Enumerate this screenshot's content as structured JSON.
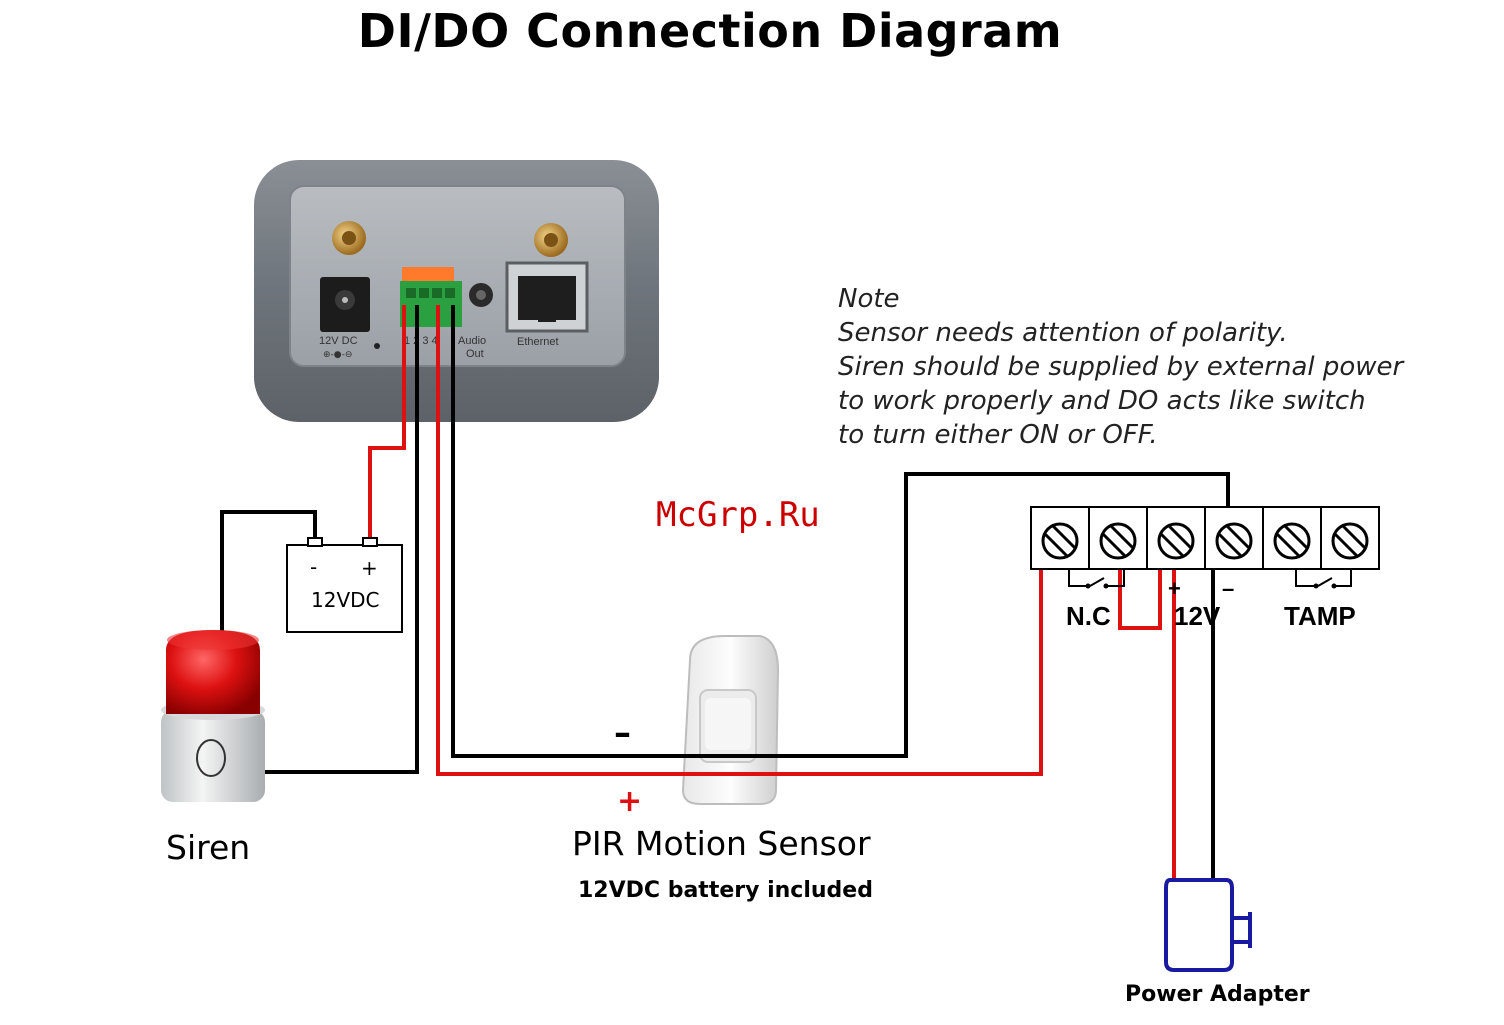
{
  "title": "DI/DO Connection Diagram",
  "watermark": "McGrp.Ru",
  "note": {
    "heading": "Note",
    "lines": [
      "Sensor needs attention of polarity.",
      "Siren should be supplied by external power",
      "to work properly and DO acts like  switch",
      "to turn either ON or OFF."
    ]
  },
  "camera": {
    "power_label": "12V DC",
    "terminal_numbers": "1 2 3 4",
    "audio_label": "Audio",
    "audio_label2": "Out",
    "ethernet_label": "Ethernet"
  },
  "battery": {
    "minus": "-",
    "plus": "+",
    "label": "12VDC"
  },
  "siren": {
    "label": "Siren"
  },
  "pir": {
    "minus": "–",
    "plus": "+",
    "label": "PIR Motion Sensor",
    "sublabel": "12VDC battery included"
  },
  "terminal_block": {
    "nc_label": "N.C",
    "power_label": "12V",
    "plus": "+",
    "minus": "–",
    "tamp_label": "TAMP"
  },
  "adapter": {
    "label": "Power Adapter"
  },
  "colors": {
    "positive_wire": "#dd1111",
    "negative_wire": "#000000"
  }
}
